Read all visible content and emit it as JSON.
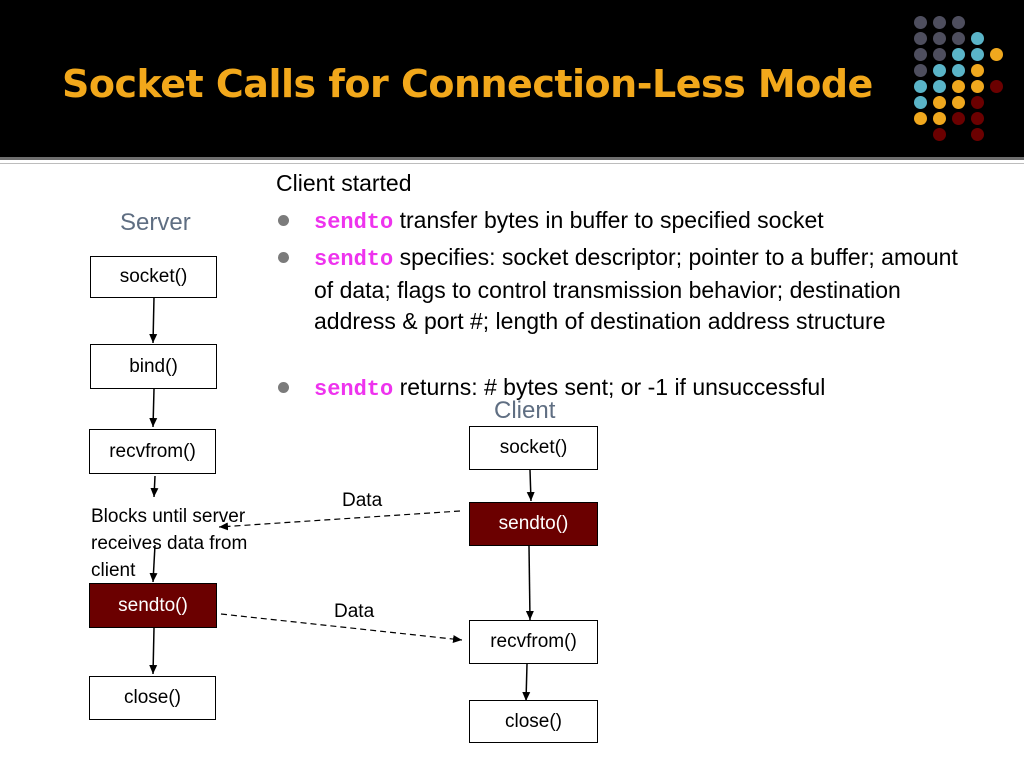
{
  "title": "Socket Calls for Connection-Less Mode",
  "colors": {
    "title": "#f2a81b",
    "header_bg": "#000000",
    "filled_box": "#6b0000",
    "keyword": "#ee33ee",
    "lane_label": "#5f6e82",
    "dot_palette": [
      "#4e4e5e",
      "#5ab4c8",
      "#f0a81e",
      "#6b0000"
    ]
  },
  "server": {
    "label": "Server",
    "steps": [
      "socket()",
      "bind()",
      "recvfrom()",
      "sendto()",
      "close()"
    ],
    "note": "Blocks until server receives data from client"
  },
  "client": {
    "label": "Client",
    "steps": [
      "socket()",
      "sendto()",
      "recvfrom()",
      "close()"
    ]
  },
  "messages": [
    {
      "label": "Data",
      "from": "client sendto()",
      "to": "server recvfrom()"
    },
    {
      "label": "Data",
      "from": "server sendto()",
      "to": "client recvfrom()"
    }
  ],
  "description": {
    "intro": "Client started",
    "bullets": [
      {
        "keyword": "sendto",
        "text": " transfer bytes in buffer to specified socket"
      },
      {
        "keyword": "sendto",
        "text": " specifies: socket descriptor; pointer to a buffer; amount of data; flags to control transmission behavior; destination address & port #; length of destination address structure"
      },
      {
        "keyword": "sendto",
        "text": " returns:  # bytes sent;  or -1 if unsuccessful"
      }
    ]
  }
}
